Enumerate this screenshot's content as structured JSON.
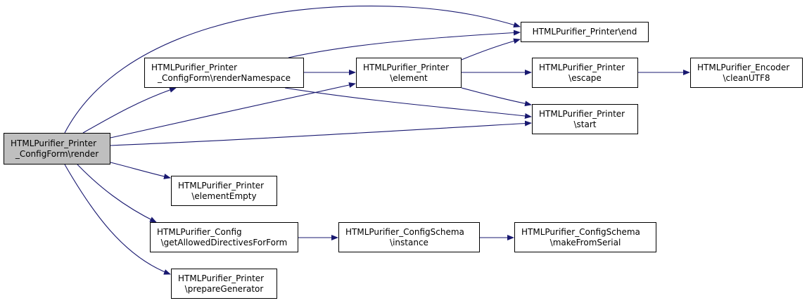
{
  "diagram": {
    "colors": {
      "edge": "#191970",
      "root_fill": "#bfbfbf",
      "node_fill": "#ffffff",
      "border": "#000000"
    },
    "nodes": {
      "render": {
        "line1": "HTMLPurifier_Printer",
        "line2": "_ConfigForm\\render"
      },
      "render_namespace": {
        "line1": "HTMLPurifier_Printer",
        "line2": "_ConfigForm\\renderNamespace"
      },
      "printer_end": {
        "line1": "HTMLPurifier_Printer\\end",
        "line2": ""
      },
      "printer_element": {
        "line1": "HTMLPurifier_Printer",
        "line2": "\\element"
      },
      "printer_escape": {
        "line1": "HTMLPurifier_Printer",
        "line2": "\\escape"
      },
      "encoder_cleanutf8": {
        "line1": "HTMLPurifier_Encoder",
        "line2": "\\cleanUTF8"
      },
      "printer_start": {
        "line1": "HTMLPurifier_Printer",
        "line2": "\\start"
      },
      "printer_element_empty": {
        "line1": "HTMLPurifier_Printer",
        "line2": "\\elementEmpty"
      },
      "config_get_allowed": {
        "line1": "HTMLPurifier_Config",
        "line2": "\\getAllowedDirectivesForForm"
      },
      "schema_instance": {
        "line1": "HTMLPurifier_ConfigSchema",
        "line2": "\\instance"
      },
      "schema_make_from_serial": {
        "line1": "HTMLPurifier_ConfigSchema",
        "line2": "\\makeFromSerial"
      },
      "printer_prepare_generator": {
        "line1": "HTMLPurifier_Printer",
        "line2": "\\prepareGenerator"
      }
    },
    "edges": [
      {
        "from": "render",
        "to": "printer_end"
      },
      {
        "from": "render",
        "to": "render_namespace"
      },
      {
        "from": "render",
        "to": "printer_element"
      },
      {
        "from": "render",
        "to": "printer_start"
      },
      {
        "from": "render",
        "to": "printer_element_empty"
      },
      {
        "from": "render",
        "to": "config_get_allowed"
      },
      {
        "from": "render",
        "to": "printer_prepare_generator"
      },
      {
        "from": "render_namespace",
        "to": "printer_end"
      },
      {
        "from": "render_namespace",
        "to": "printer_element"
      },
      {
        "from": "render_namespace",
        "to": "printer_start"
      },
      {
        "from": "printer_element",
        "to": "printer_end"
      },
      {
        "from": "printer_element",
        "to": "printer_escape"
      },
      {
        "from": "printer_element",
        "to": "printer_start"
      },
      {
        "from": "printer_escape",
        "to": "encoder_cleanutf8"
      },
      {
        "from": "config_get_allowed",
        "to": "schema_instance"
      },
      {
        "from": "schema_instance",
        "to": "schema_make_from_serial"
      }
    ]
  }
}
